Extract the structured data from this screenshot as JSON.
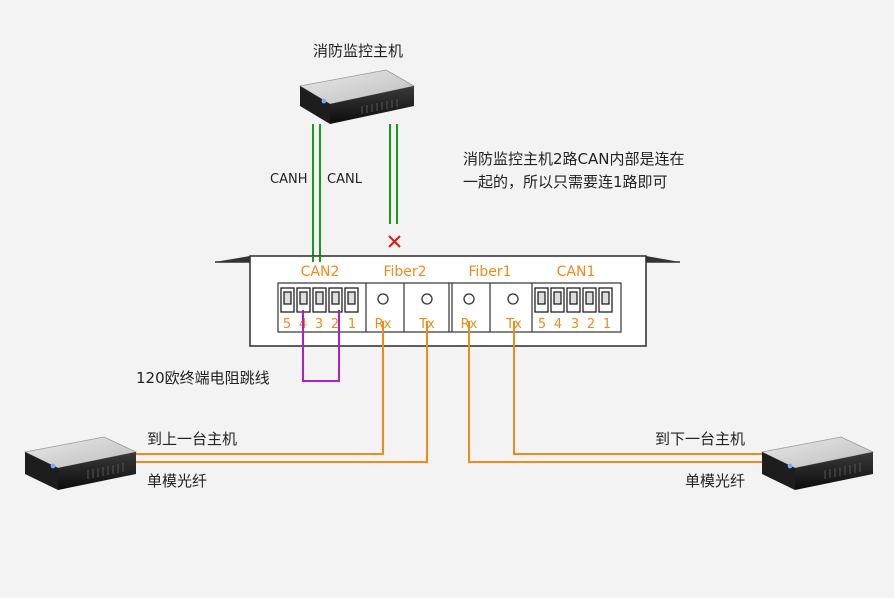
{
  "top_host": {
    "title": "消防监控主机"
  },
  "wires": {
    "canh": "CANH",
    "canl": "CANL"
  },
  "note": {
    "line1": "消防监控主机2路CAN内部是连在",
    "line2": "一起的，所以只需要连1路即可"
  },
  "panel": {
    "groups": [
      "CAN2",
      "Fiber2",
      "Fiber1",
      "CAN1"
    ],
    "can2_pins": [
      "5",
      "4",
      "3",
      "2",
      "1"
    ],
    "fiber2_ports": [
      "Rx",
      "Tx"
    ],
    "fiber1_ports": [
      "Rx",
      "Tx"
    ],
    "can1_pins": [
      "5",
      "4",
      "3",
      "2",
      "1"
    ]
  },
  "jumper_label": "120欧终端电阻跳线",
  "left_host": {
    "dest": "到上一台主机",
    "fiber": "单模光纤"
  },
  "right_host": {
    "dest": "到下一台主机",
    "fiber": "单模光纤"
  },
  "colors": {
    "orange": "#f08a1a",
    "green": "#1a9a1a",
    "purple": "#b020c0",
    "red": "#e01818"
  }
}
